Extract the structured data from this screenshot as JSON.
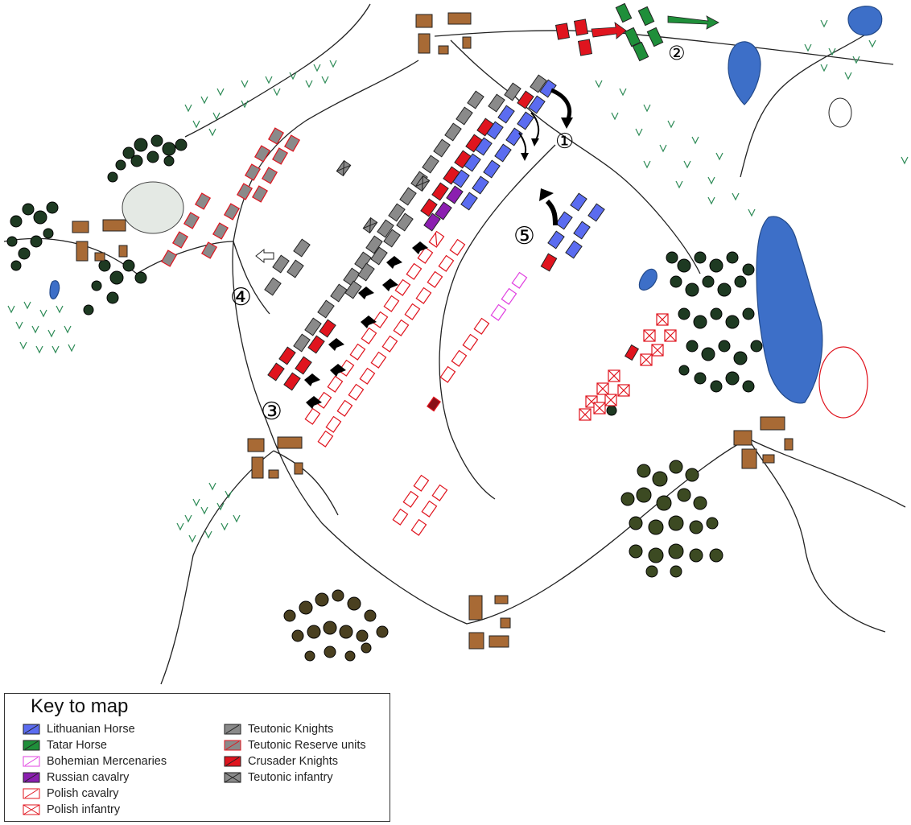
{
  "legend": {
    "title": "Key to map",
    "items": [
      {
        "label": "Lithuanian Horse",
        "fill": "#5b6cf0",
        "pattern": "slash"
      },
      {
        "label": "Tatar Horse",
        "fill": "#1f8f3a",
        "pattern": "slash"
      },
      {
        "label": "Bohemian Mercenaries",
        "fill": "none",
        "stroke": "#e040e0",
        "pattern": "slash"
      },
      {
        "label": "Russian cavalry",
        "fill": "#8b1fb0",
        "pattern": "slash"
      },
      {
        "label": "Polish cavalry",
        "fill": "none",
        "stroke": "#e0141e",
        "pattern": "slash"
      },
      {
        "label": "Polish infantry",
        "fill": "none",
        "stroke": "#e0141e",
        "pattern": "cross"
      },
      {
        "label": "Teutonic Knights",
        "fill": "#8a8a8a",
        "pattern": "slash"
      },
      {
        "label": "Teutonic Reserve units",
        "fill": "#8a8a8a",
        "stroke": "#e0141e",
        "pattern": "slash"
      },
      {
        "label": "Crusader Knights",
        "fill": "#e0141e",
        "pattern": "slash"
      },
      {
        "label": "Teutonic infantry",
        "fill": "#8a8a8a",
        "pattern": "cross"
      }
    ]
  },
  "markers": [
    "①",
    "②",
    "③",
    "④",
    "⑤"
  ],
  "colors": {
    "building": "#a86a35",
    "water": "#3d6fc8",
    "forest_dark": "#1e3a22",
    "forest_brown": "#5a4a20",
    "meadow": "#2e8b57",
    "road": "#222222",
    "clearing": "#e4e9e4"
  }
}
